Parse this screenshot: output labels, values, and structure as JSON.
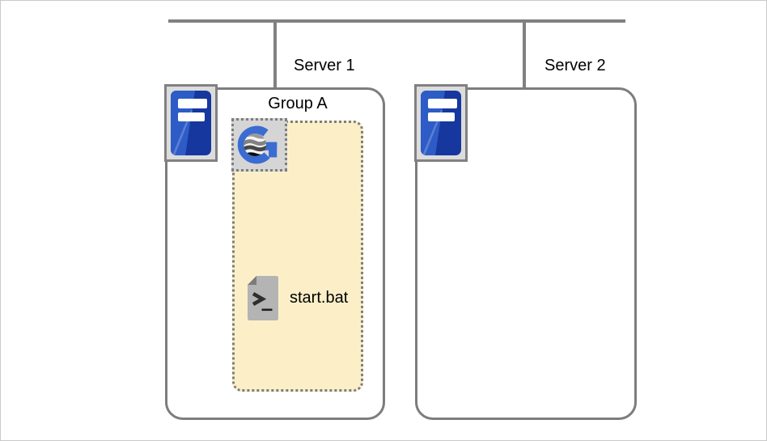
{
  "network": {
    "bus_name": "network-bus"
  },
  "servers": [
    {
      "label": "Server 1"
    },
    {
      "label": "Server 2"
    }
  ],
  "group": {
    "label": "Group A",
    "logo_icon": "g-logo-icon",
    "file": {
      "label": "start.bat",
      "icon": "batch-file-icon"
    }
  },
  "colors": {
    "line_gray": "#818181",
    "box_border": "#7d7d7d",
    "tile_fill": "#dcdcdc",
    "logo_tile_fill": "#d5d5d5",
    "server_blue": "#2d5cc7",
    "server_navy": "#16379e",
    "logo_blue": "#3a6cd1",
    "group_fill": "#fcefc8",
    "file_gray": "#b4b4b4",
    "file_fold_gray": "#7b7b7b"
  }
}
